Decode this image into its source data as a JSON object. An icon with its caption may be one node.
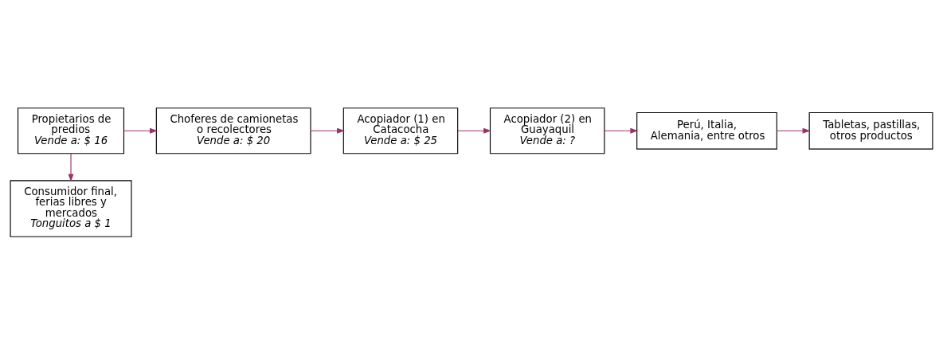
{
  "diagram": {
    "nodes": [
      {
        "text": [
          "Propietarios de predios",
          "Vende a: $ 16"
        ]
      },
      {
        "text": [
          "Choferes de camionetas o recolectores",
          "Vende a: $ 20"
        ]
      },
      {
        "text": [
          "Acopiador (1) en Catacocha",
          "Vende a: $ 25"
        ]
      },
      {
        "text": [
          "Acopiador (2) en Guayaquil",
          "Vende a: ?"
        ]
      },
      {
        "text": [
          "Consumidor final, ferias libres y mercados",
          "Tonguitos a $ 1"
        ]
      },
      {
        "text": [
          "Perú, Italia, Alemania, entre otros"
        ]
      },
      {
        "text": [
          "Tabletas, pastillas, otros productos"
        ]
      }
    ],
    "edges": [
      {
        "from": 0,
        "to": 1,
        "arrow": "to"
      },
      {
        "from": 1,
        "to": 2,
        "arrow": "to"
      },
      {
        "from": 2,
        "to": 3,
        "arrow": "to"
      },
      {
        "from": 0,
        "to": 4,
        "arrow": "to"
      },
      {
        "from": 3,
        "to": 5,
        "arrow": "to"
      },
      {
        "from": 5,
        "to": 6,
        "arrow": "to"
      }
    ]
  }
}
